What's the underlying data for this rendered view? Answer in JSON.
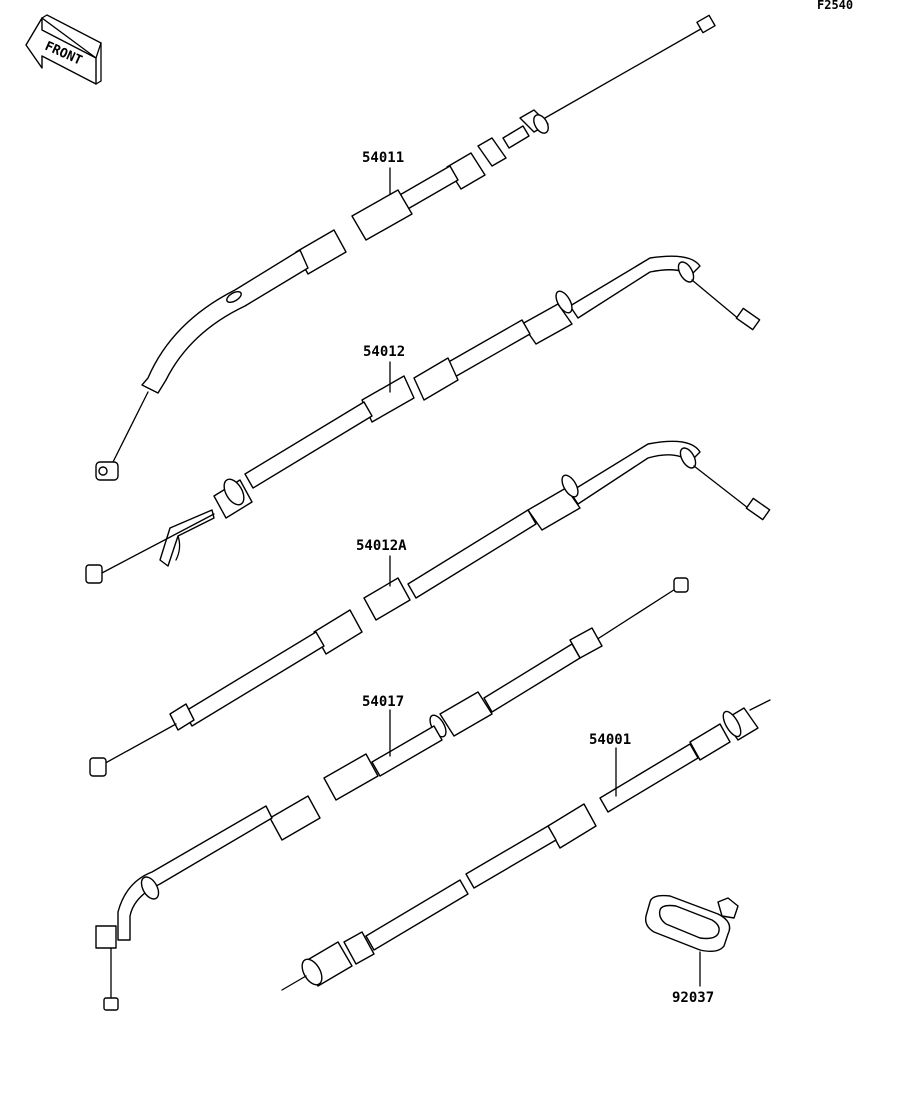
{
  "figure_code": "F2540",
  "direction_label": "FRONT",
  "parts": [
    {
      "id": "throttle-cable-54011",
      "number": "54011"
    },
    {
      "id": "throttle-cable-54012",
      "number": "54012"
    },
    {
      "id": "throttle-cable-54012a",
      "number": "54012A"
    },
    {
      "id": "clutch-cable-54017",
      "number": "54017"
    },
    {
      "id": "meter-cable-54001",
      "number": "54001"
    },
    {
      "id": "grommet-92037",
      "number": "92037"
    }
  ]
}
